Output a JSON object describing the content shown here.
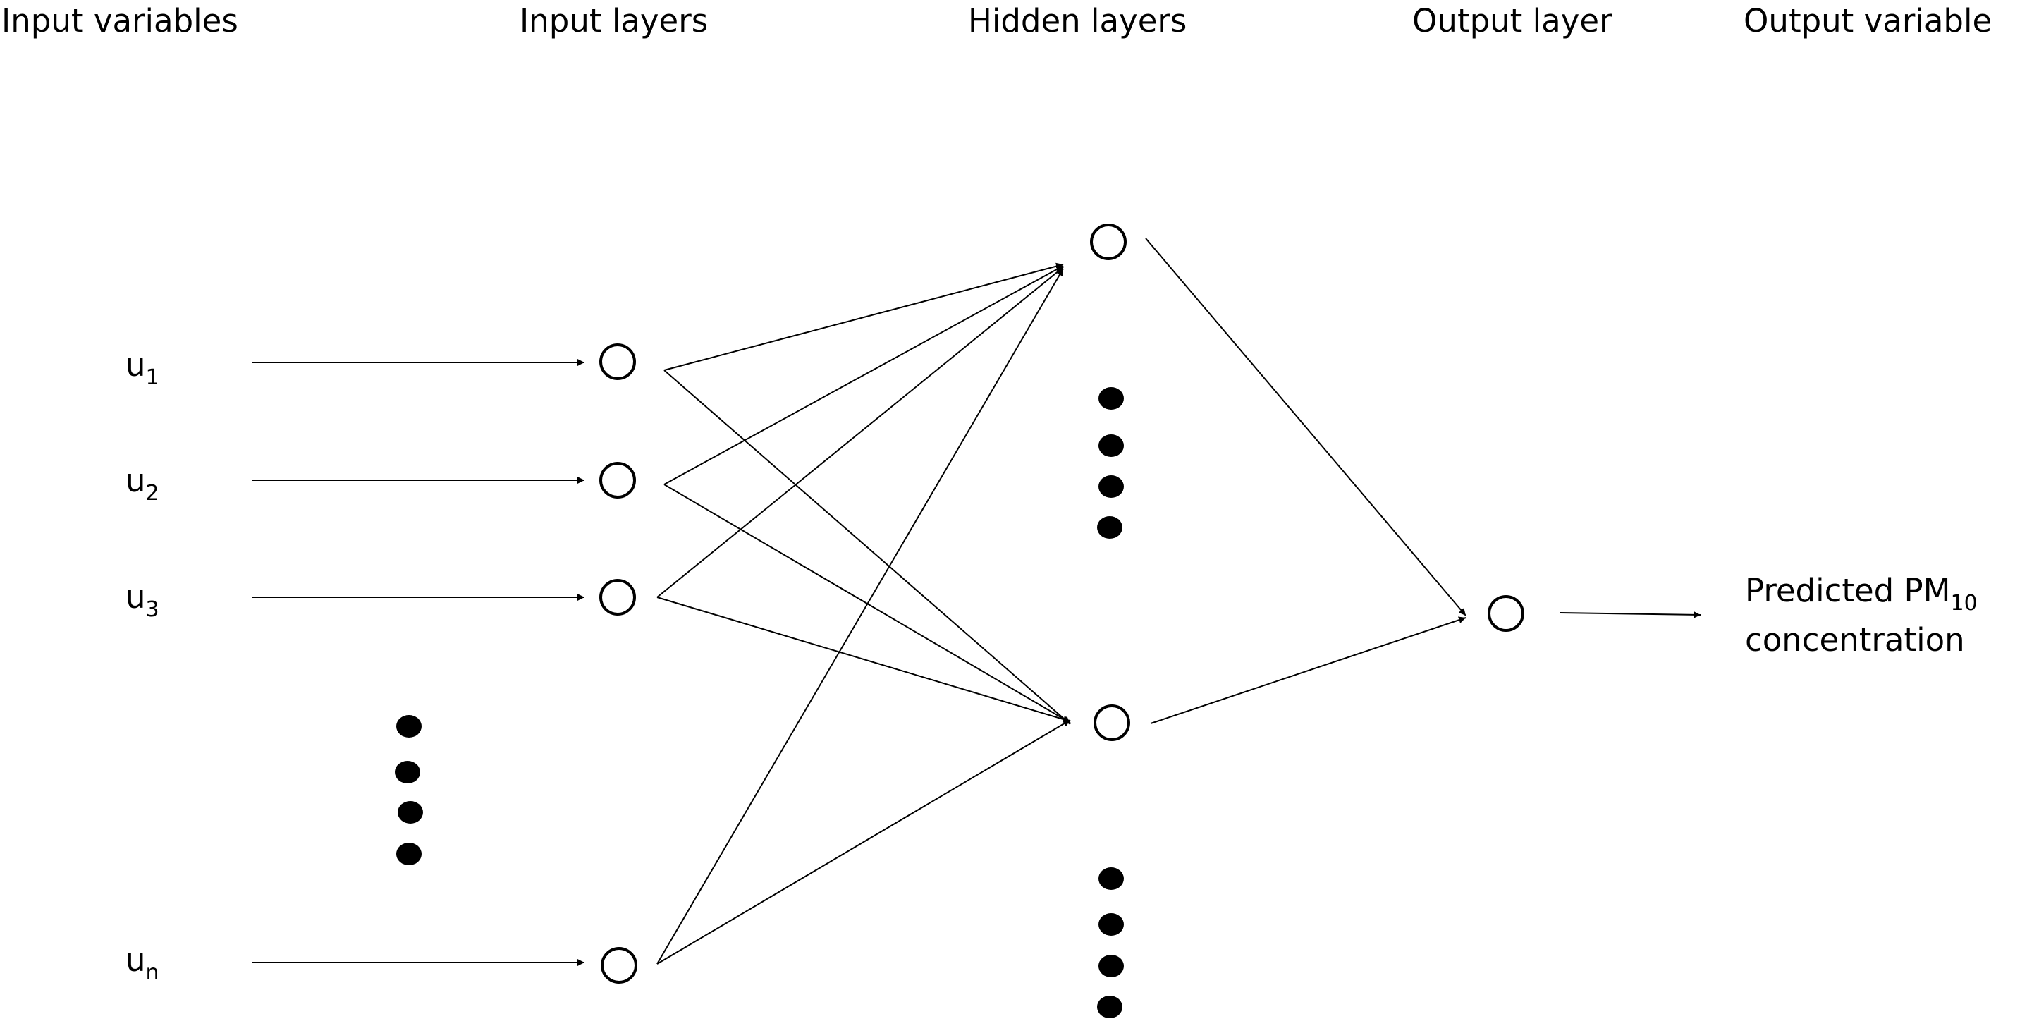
{
  "headers": {
    "input_variables": "Input variables",
    "input_layers": "Input layers",
    "hidden_layers": "Hidden layers",
    "output_layer": "Output layer",
    "output_variable": "Output variable"
  },
  "inputs": [
    {
      "base": "u",
      "sub": "1"
    },
    {
      "base": "u",
      "sub": "2"
    },
    {
      "base": "u",
      "sub": "3"
    },
    {
      "base": "u",
      "sub": "n"
    }
  ],
  "output": {
    "line1_text": "Predicted PM",
    "line1_sub": "10",
    "line2": "concentration"
  },
  "colors": {
    "stroke": "#000000",
    "background": "#ffffff"
  }
}
